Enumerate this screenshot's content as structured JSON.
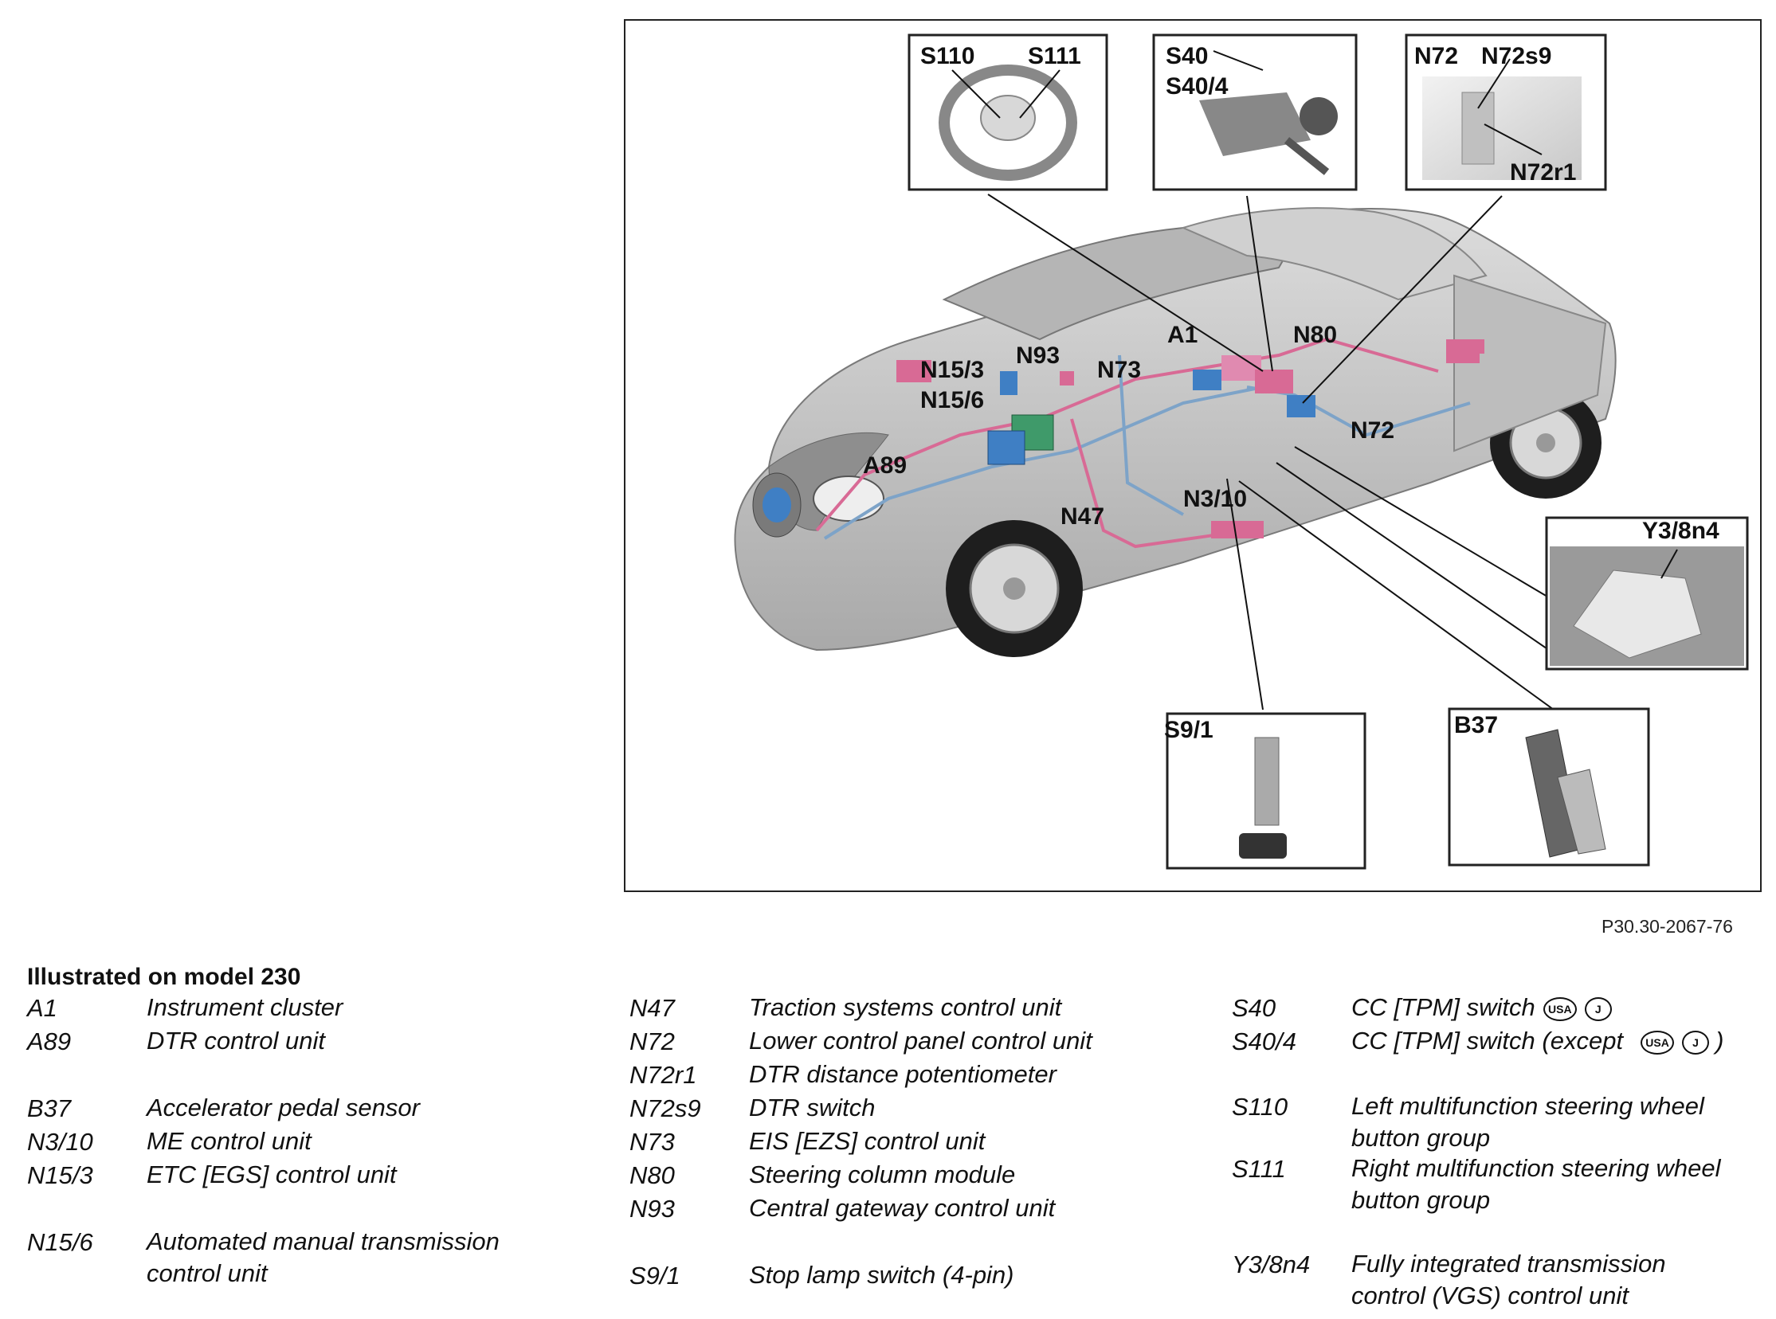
{
  "figure": {
    "reference": "P30.30-2067-76",
    "callouts": {
      "S110": "S110",
      "S111": "S111",
      "S40": "S40",
      "S40_4": "S40/4",
      "N72_inset": "N72",
      "N72s9": "N72s9",
      "N72r1": "N72r1",
      "A1": "A1",
      "N80": "N80",
      "N15_3": "N15/3",
      "N93": "N93",
      "N73": "N73",
      "N15_6": "N15/6",
      "N72": "N72",
      "A89": "A89",
      "N3_10": "N3/10",
      "N47": "N47",
      "Y3_8n4": "Y3/8n4",
      "S9_1": "S9/1",
      "B37": "B37"
    }
  },
  "legend": {
    "title": "Illustrated on model 230",
    "col1": [
      {
        "code": "A1",
        "desc": "Instrument cluster"
      },
      {
        "code": "A89",
        "desc": "DTR control unit"
      },
      {
        "code": "B37",
        "desc": "Accelerator pedal sensor"
      },
      {
        "code": "N3/10",
        "desc": "ME control unit"
      },
      {
        "code": "N15/3",
        "desc": "ETC [EGS] control unit"
      },
      {
        "code": "N15/6",
        "desc": "Automated manual transmission control unit"
      }
    ],
    "col2": [
      {
        "code": "N47",
        "desc": "Traction systems control unit"
      },
      {
        "code": "N72",
        "desc": "Lower control panel control unit"
      },
      {
        "code": "N72r1",
        "desc": "DTR distance potentiometer"
      },
      {
        "code": "N72s9",
        "desc": "DTR switch"
      },
      {
        "code": "N73",
        "desc": "EIS [EZS] control unit"
      },
      {
        "code": "N80",
        "desc": "Steering column module"
      },
      {
        "code": "N93",
        "desc": "Central gateway control unit"
      },
      {
        "code": "S9/1",
        "desc": "Stop lamp switch (4-pin)"
      }
    ],
    "col3": [
      {
        "code": "S40",
        "desc": "CC [TPM] switch"
      },
      {
        "code": "S40/4",
        "desc": "CC [TPM] switch (except",
        "suffix": ")"
      },
      {
        "code": "S110",
        "desc": "Left multifunction steering wheel button group"
      },
      {
        "code": "S111",
        "desc": "Right multifunction steering wheel button group"
      },
      {
        "code": "Y3/8n4",
        "desc": "Fully integrated transmission control (VGS) control unit"
      }
    ],
    "badges": {
      "usa": "USA",
      "j": "J"
    }
  },
  "colors": {
    "car_body": "#c9c9c9",
    "harness_pink": "#d86a95",
    "module_blue": "#3f7fc4",
    "module_green": "#3f9a6a"
  }
}
